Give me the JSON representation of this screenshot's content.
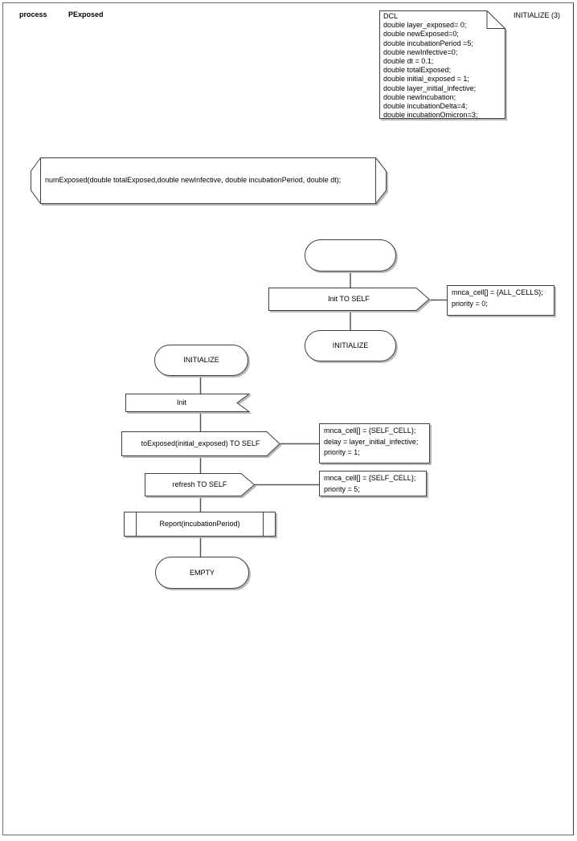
{
  "header": {
    "kind": "process",
    "name": "PExposed",
    "page_ref": "INITIALIZE (3)"
  },
  "declarations": {
    "text": "DCL\ndouble layer_exposed= 0;\ndouble newExposed=0;\ndouble incubationPeriod =5;\ndouble newInfective=0;\ndouble dt = 0.1;\ndouble totalExposed;\ndouble initial_exposed = 1;\ndouble layer_initial_infective;\ndouble newIncubation;\ndouble incubationDelta=4;\ndouble incubationOmicron=3;"
  },
  "signature": "numExposed(double totalExposed,double newInfective, double incubationPeriod, double dt);",
  "right_flow": {
    "output_label": "Init TO SELF",
    "output_comment": "mnca_cell[] = {ALL_CELLS};\npriority = 0;",
    "state_label": "INITIALIZE"
  },
  "left_flow": {
    "state_label": "INITIALIZE",
    "input_label": "Init",
    "to_exposed_label": "toExposed(initial_exposed) TO SELF",
    "to_exposed_comment": "mnca_cell[] = {SELF_CELL};\ndelay = layer_initial_infective;\npriority = 1;",
    "refresh_label": "refresh TO SELF",
    "refresh_comment": "mnca_cell[] = {SELF_CELL};\npriority = 5;",
    "report_label": "Report(incubationPeriod)",
    "empty_label": "EMPTY"
  },
  "colors": {
    "outline": "#404040",
    "connector": "#555555",
    "shadow": "#b8b8b8",
    "text": "#000000",
    "background": "#ffffff"
  }
}
